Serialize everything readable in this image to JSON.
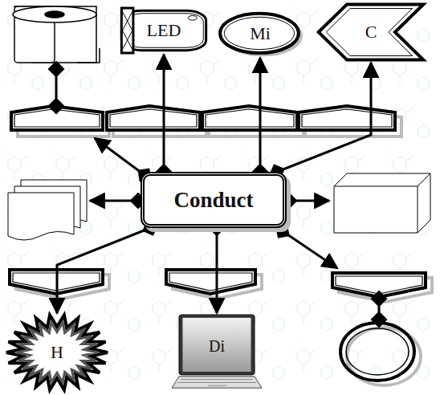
{
  "diagram": {
    "nodes": [
      {
        "text": [
          "Conduct"
        ]
      },
      {
        "text": [
          "LED"
        ]
      },
      {
        "text": [
          "Mi"
        ]
      },
      {
        "text": [
          "C"
        ]
      },
      {
        "text": [
          "H"
        ]
      },
      {
        "text": [
          "Di"
        ]
      }
    ],
    "edges": [
      {
        "from": 0,
        "to": 1,
        "arrow": "to"
      },
      {
        "from": 0,
        "to": 2,
        "arrow": "to"
      },
      {
        "from": 0,
        "to": 3,
        "arrow": "to"
      },
      {
        "from": 0,
        "to": 4,
        "arrow": "to"
      },
      {
        "from": 0,
        "to": 5,
        "arrow": "to"
      }
    ]
  }
}
